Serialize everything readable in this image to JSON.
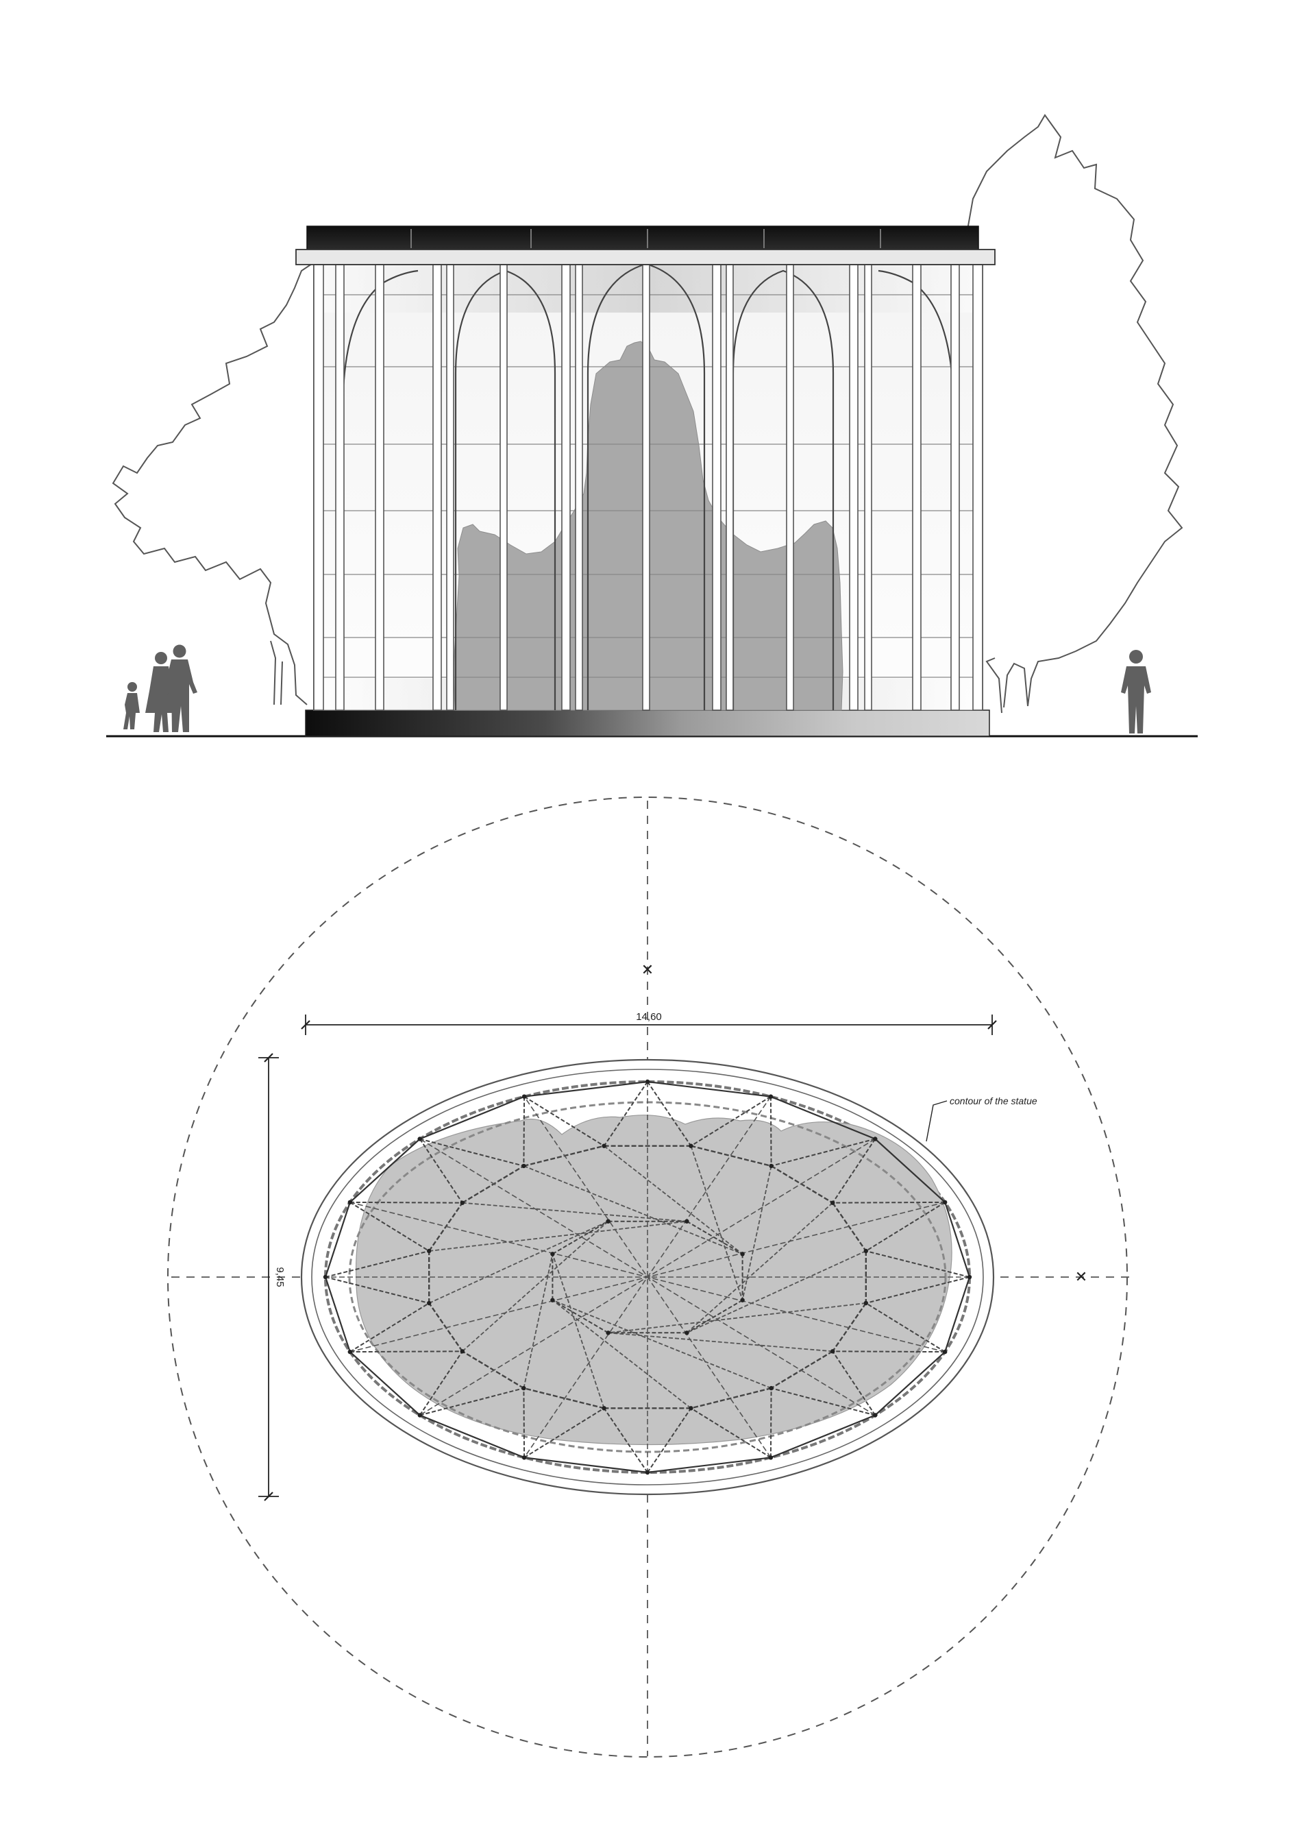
{
  "plan": {
    "width_dimension": "14,60",
    "depth_dimension": "9,45",
    "statue_note": "contour of the statue"
  },
  "colors": {
    "line": "#3a3a3a",
    "statue_fill": "#a9a9a9",
    "plan_fill": "#c4c4c4",
    "roof": "#1e1e1e"
  }
}
